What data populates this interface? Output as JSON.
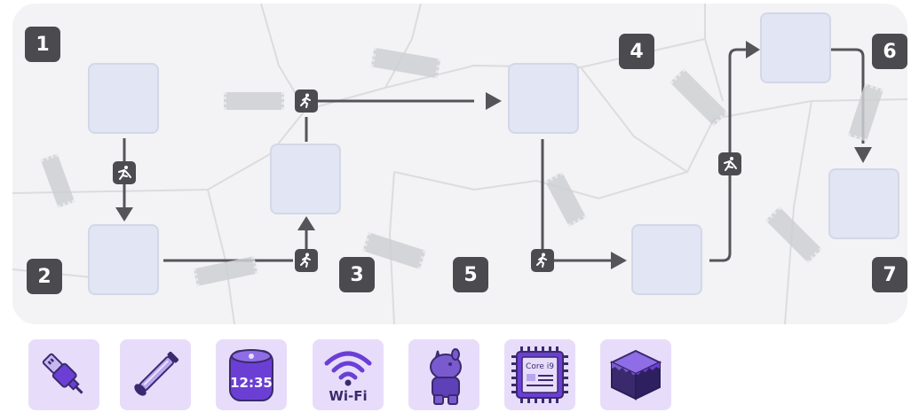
{
  "board": {
    "zones": [
      {
        "id": "zone-1",
        "label": "1"
      },
      {
        "id": "zone-2",
        "label": "2"
      },
      {
        "id": "zone-3",
        "label": "3"
      },
      {
        "id": "zone-4",
        "label": "4"
      },
      {
        "id": "zone-5",
        "label": "5"
      },
      {
        "id": "zone-6",
        "label": "6"
      },
      {
        "id": "zone-7",
        "label": "7"
      }
    ],
    "slots": [
      {
        "id": "slot-a",
        "state": "empty"
      },
      {
        "id": "slot-b",
        "state": "empty"
      },
      {
        "id": "slot-c",
        "state": "empty"
      },
      {
        "id": "slot-d",
        "state": "empty"
      },
      {
        "id": "slot-e",
        "state": "empty"
      },
      {
        "id": "slot-f",
        "state": "empty"
      },
      {
        "id": "slot-g",
        "state": "empty"
      }
    ],
    "step_icons": [
      "falling-person-icon",
      "running-person-icon",
      "running-person-icon",
      "running-person-icon",
      "falling-person-icon"
    ]
  },
  "tray": {
    "items": [
      {
        "name": "usb-cable",
        "icon": "usb-cable-icon"
      },
      {
        "name": "glass-tube",
        "icon": "tube-icon"
      },
      {
        "name": "smart-speaker",
        "icon": "speaker-clock-icon",
        "text": "12:35"
      },
      {
        "name": "wifi",
        "icon": "wifi-icon",
        "text": "Wi-Fi"
      },
      {
        "name": "rhino-mascot",
        "icon": "rhino-icon"
      },
      {
        "name": "processor-chip",
        "icon": "cpu-chip-icon",
        "text": "Core i9"
      },
      {
        "name": "grass-block",
        "icon": "cube-block-icon"
      }
    ]
  },
  "colors": {
    "board": "#f3f3f5",
    "slot": "#e2e5f3",
    "badge": "#4a4a4f",
    "tray_item": "#e7ddfa",
    "accent_purple": "#6b3fd4"
  }
}
